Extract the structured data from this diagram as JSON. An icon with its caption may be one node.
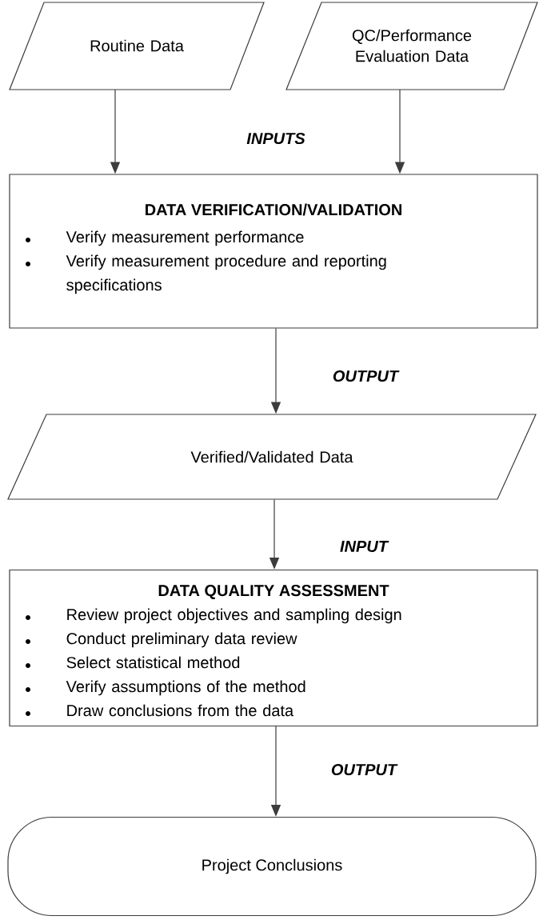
{
  "diagram": {
    "nodes": [
      {
        "text": [
          "Routine Data"
        ]
      },
      {
        "text": [
          "QC/Performance Evaluation Data"
        ]
      },
      {
        "text": [
          "DATA VERIFICATION/VALIDATION",
          "Verify measurement performance",
          "Verify measurement procedure and reporting specifications"
        ]
      },
      {
        "text": [
          "Verified/Validated Data"
        ]
      },
      {
        "text": [
          "DATA QUALITY ASSESSMENT",
          "Review project objectives and sampling design",
          "Conduct preliminary data review",
          "Select statistical method",
          "Verify assumptions of the method",
          "Draw conclusions from the data"
        ]
      },
      {
        "text": [
          "Project Conclusions"
        ]
      }
    ],
    "edges": [
      {
        "from": 0,
        "to": 2,
        "arrow": "to"
      },
      {
        "from": 1,
        "to": 2,
        "arrow": "to"
      },
      {
        "from": 2,
        "to": 3,
        "arrow": "to"
      },
      {
        "from": 3,
        "to": 4,
        "arrow": "to"
      },
      {
        "from": 4,
        "to": 5,
        "arrow": "to"
      }
    ],
    "labels": [
      "INPUTS",
      "OUTPUT",
      "INPUT",
      "OUTPUT"
    ]
  }
}
